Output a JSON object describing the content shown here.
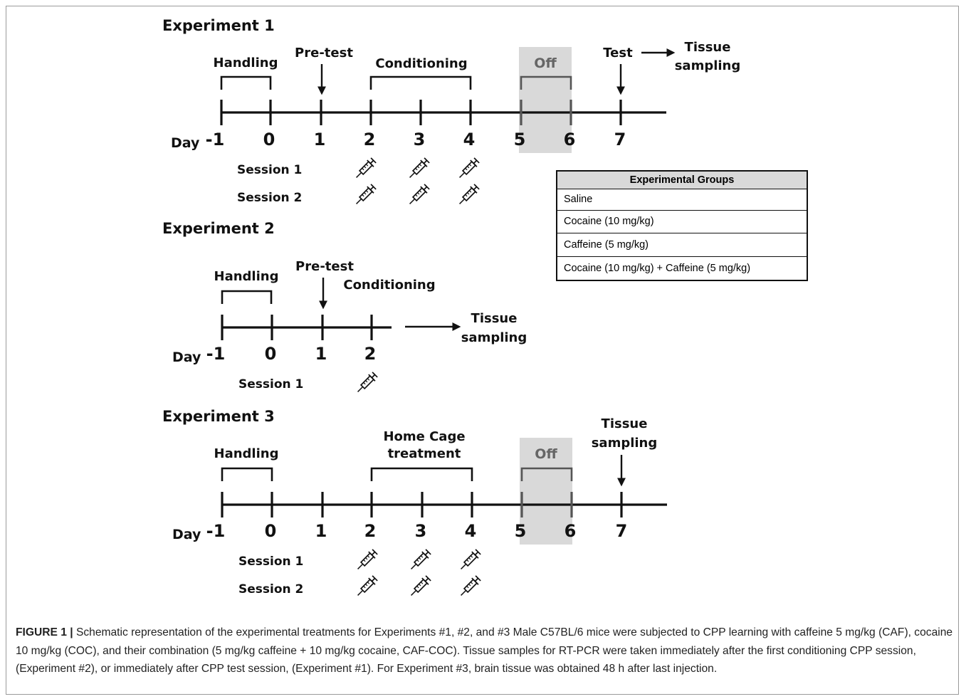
{
  "experiments": [
    {
      "title": "Experiment 1",
      "days": [
        "-1",
        "0",
        "1",
        "2",
        "3",
        "4",
        "5",
        "6",
        "7"
      ],
      "handling": "Handling",
      "pretest": "Pre-test",
      "conditioning": "Conditioning",
      "off": "Off",
      "test": "Test",
      "tissue_line1": "Tissue",
      "tissue_line2": "sampling",
      "day_label": "Day",
      "session1": "Session 1",
      "session2": "Session 2"
    },
    {
      "title": "Experiment 2",
      "days": [
        "-1",
        "0",
        "1",
        "2"
      ],
      "handling": "Handling",
      "pretest": "Pre-test",
      "conditioning": "Conditioning",
      "tissue_line1": "Tissue",
      "tissue_line2": "sampling",
      "day_label": "Day",
      "session1": "Session 1"
    },
    {
      "title": "Experiment 3",
      "days": [
        "-1",
        "0",
        "1",
        "2",
        "3",
        "4",
        "5",
        "6",
        "7"
      ],
      "handling": "Handling",
      "homecage_line1": "Home Cage",
      "homecage_line2": "treatment",
      "off": "Off",
      "tissue_line1": "Tissue",
      "tissue_line2": "sampling",
      "day_label": "Day",
      "session1": "Session 1",
      "session2": "Session 2"
    }
  ],
  "groups_table": {
    "header": "Experimental Groups",
    "rows": [
      "Saline",
      "Cocaine (10 mg/kg)",
      "Caffeine (5 mg/kg)",
      "Cocaine (10 mg/kg)  +  Caffeine (5 mg/kg)"
    ]
  },
  "caption": {
    "label": "FIGURE 1 |",
    "text": " Schematic representation of the experimental treatments for Experiments #1, #2, and #3 Male C57BL/6 mice were subjected to CPP learning with caffeine 5 mg/kg (CAF), cocaine 10 mg/kg (COC), and their combination (5 mg/kg caffeine + 10 mg/kg cocaine, CAF-COC). Tissue samples for RT-PCR were taken immediately after the first conditioning CPP session, (Experiment #2), or immediately after CPP test session, (Experiment #1). For Experiment #3, brain tissue was obtained 48 h after last injection."
  },
  "icons": [
    "syringe-icon",
    "arrow-down-icon",
    "arrow-right-icon"
  ]
}
